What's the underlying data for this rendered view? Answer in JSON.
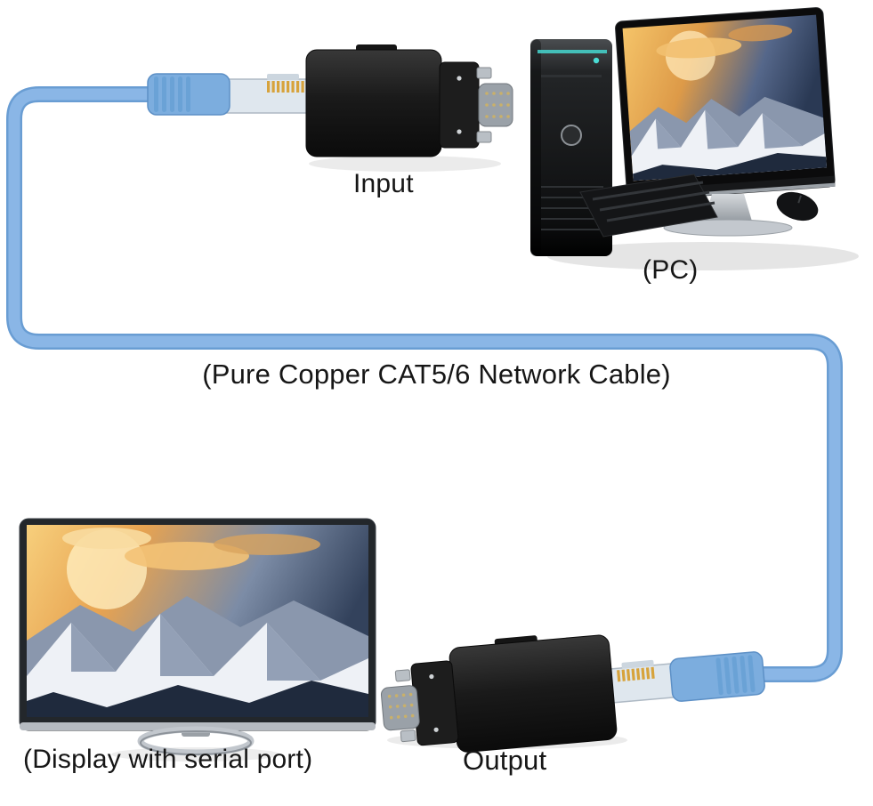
{
  "diagram": {
    "labels": {
      "input": "Input",
      "pc": "(PC)",
      "cable": "(Pure Copper CAT5/6 Network Cable)",
      "display": "(Display with serial port)",
      "output": "Output"
    },
    "colors": {
      "background": "#ffffff",
      "cable": "#8ab6e6",
      "cable_edge": "#699dd3",
      "boot_blue": "#7cadde",
      "adapter_body": "#1d1d1d",
      "vga_shell": "#9aa1a8",
      "pin_gold": "#d7a33c",
      "text": "#161616"
    }
  }
}
